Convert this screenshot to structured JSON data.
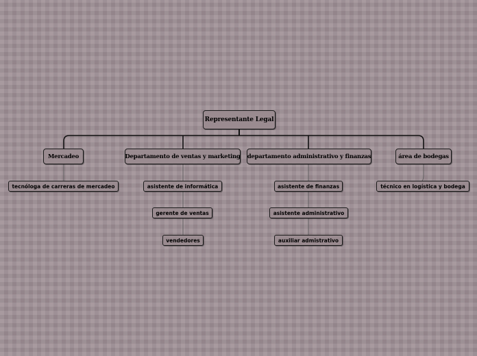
{
  "root": {
    "label": "Representante Legal"
  },
  "branches": [
    {
      "label": "Mercadeo",
      "children": [
        "tecnóloga de carreras de mercadeo"
      ]
    },
    {
      "label": "Departamento de ventas y marketing",
      "children": [
        "asistente de informática",
        "gerente de ventas",
        "vendedores"
      ]
    },
    {
      "label": "departamento administrativo y finanzas",
      "children": [
        "asistente de finanzas",
        "asistente administrativo",
        "auxiliar admistrativo"
      ]
    },
    {
      "label": "área de bodegas",
      "children": [
        "técnico en logística y bodega"
      ]
    }
  ]
}
